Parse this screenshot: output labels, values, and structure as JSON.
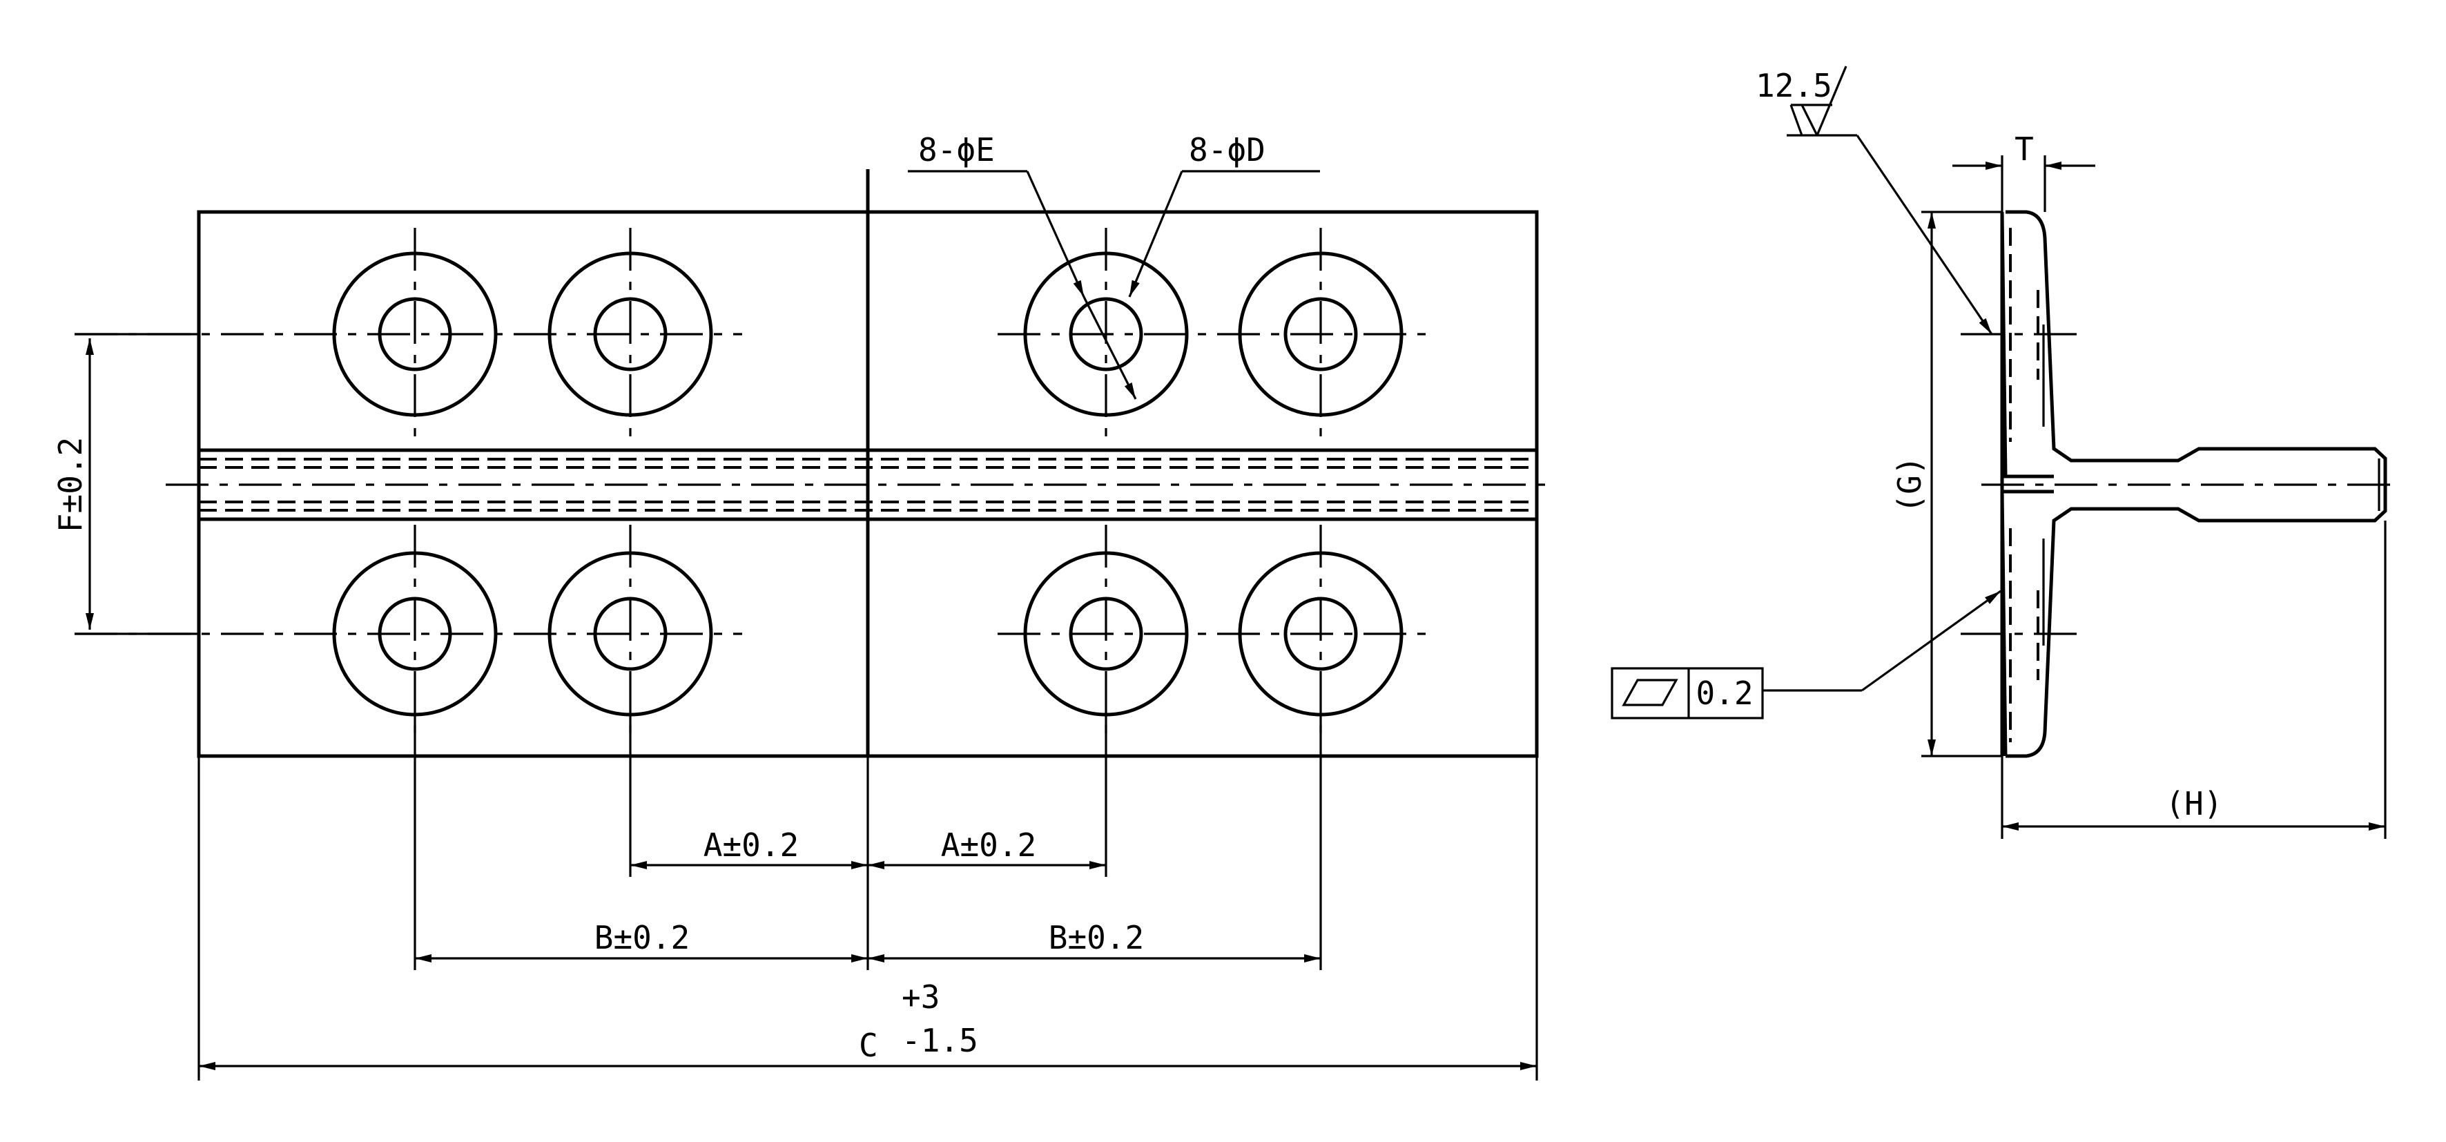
{
  "labels": {
    "f_tol": "F±0.2",
    "n_e": "8-ϕE",
    "n_d": "8-ϕD",
    "a_left": "A±0.2",
    "a_right": "A±0.2",
    "b_left": "B±0.2",
    "b_right": "B±0.2",
    "c_main": "C",
    "c_upper": "+3",
    "c_lower": "-1.5",
    "roughness": "12.5",
    "t": "T",
    "g": "(G)",
    "h": "(H)",
    "flatness_value": "0.2"
  },
  "icons": {
    "roughness_symbol": "surface-roughness-triangle-icon",
    "flatness_symbol": "flatness-parallelogram-icon"
  }
}
